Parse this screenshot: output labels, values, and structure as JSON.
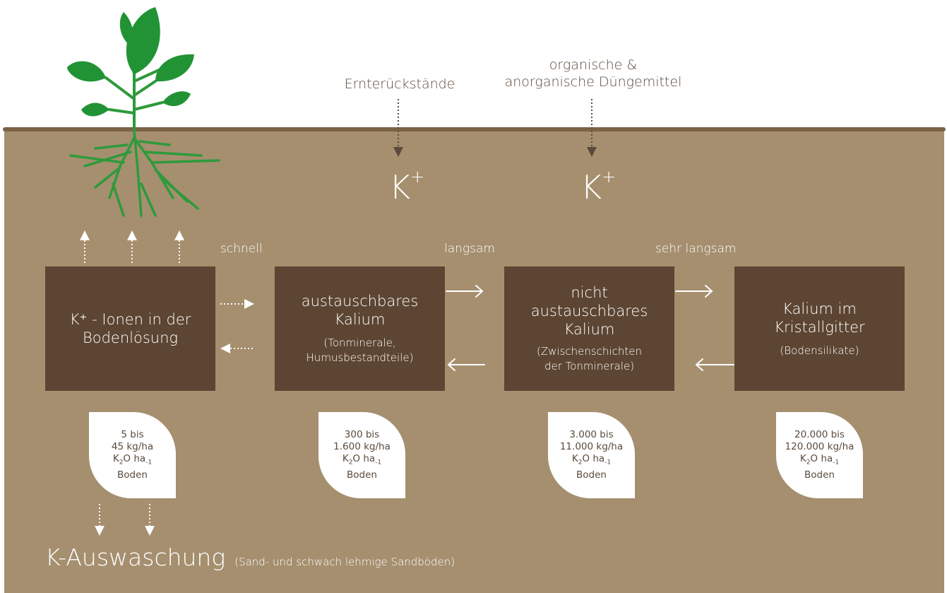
{
  "top_labels": {
    "residues": "Ernterückstände",
    "fertilizer_line1": "organische &",
    "fertilizer_line2": "anorganische Düngemittel"
  },
  "k_ion": {
    "base": "K",
    "charge": "+"
  },
  "speeds": {
    "fast": "schnell",
    "slow": "langsam",
    "very_slow": "sehr langsam"
  },
  "boxes": [
    {
      "title_line1": "K⁺ - Ionen in der",
      "title_line2": "Bodenlösung"
    },
    {
      "title_line1": "austauschbares",
      "title_line2": "Kalium",
      "sub_line1": "(Tonminerale,",
      "sub_line2": "Humusbestandteile)"
    },
    {
      "title_line1": "nicht",
      "title_line2": "austauschbares",
      "title_line3": "Kalium",
      "sub_line1": "(Zwischenschichten",
      "sub_line2": "der Tonminerale)"
    },
    {
      "title_line1": "Kalium im",
      "title_line2": "Kristallgitter",
      "sub_line1": "(Bodensilikate)"
    }
  ],
  "leaves": [
    {
      "line1": "5 bis",
      "line2": "45 kg/ha"
    },
    {
      "line1": "300 bis",
      "line2": "1.600 kg/ha"
    },
    {
      "line1": "3.000 bis",
      "line2": "11.000 kg/ha"
    },
    {
      "line1": "20.000 bis",
      "line2": "120.000 kg/ha"
    }
  ],
  "unit": {
    "k": "K",
    "sub2": "2",
    "o": "O ha",
    "exp": "-1",
    "soil": "Boden"
  },
  "leaching": {
    "title": "K-Auswaschung",
    "note": "(Sand- und schwach lehmige Sandböden)"
  },
  "colors": {
    "soil": "#a58f6f",
    "soil_line": "#7b6246",
    "box": "#5c4532",
    "plant": "#2e9a3b",
    "text_dark": "#5a4a3c"
  }
}
